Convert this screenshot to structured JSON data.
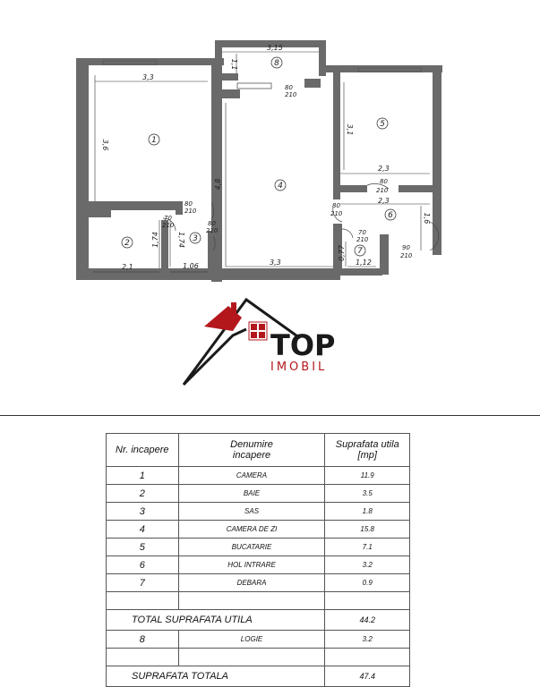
{
  "floor_plan": {
    "rooms": [
      {
        "num": "1"
      },
      {
        "num": "2"
      },
      {
        "num": "3"
      },
      {
        "num": "4"
      },
      {
        "num": "5"
      },
      {
        "num": "6"
      },
      {
        "num": "7"
      },
      {
        "num": "8"
      }
    ],
    "dimensions": {
      "r1_width": "3,3",
      "r1_height": "3,6",
      "r8_width": "3,15",
      "r8_height": "1,1",
      "r4_height": "4,8",
      "r4_width": "3,3",
      "r5_height": "3,1",
      "r5_width": "2,3",
      "r6_width": "2,3",
      "r6_height": "1,6",
      "r2_width": "2,1",
      "r2_height": "1,74",
      "r3_width": "1,06",
      "r3_height": "1,74",
      "r7_width": "1,12",
      "r7_height": "0,77"
    },
    "doors": {
      "d_loggia": [
        "80",
        "210"
      ],
      "d_room1": [
        "80",
        "210"
      ],
      "d_bath": [
        "70",
        "210"
      ],
      "d_living": [
        "80",
        "210"
      ],
      "d_kitchen": [
        "80",
        "210"
      ],
      "d_hall": [
        "80",
        "210"
      ],
      "d_debara": [
        "70",
        "210"
      ],
      "d_entrance": [
        "90",
        "210"
      ]
    }
  },
  "logo": {
    "top": "TOP",
    "bottom": "IMOBIL"
  },
  "table": {
    "headers": [
      "Nr. incapere",
      "Denumire incapere",
      "Suprafata utila [mp]"
    ],
    "header_lines": {
      "col2": [
        "Denumire",
        "incapere"
      ],
      "col3": [
        "Suprafata utila",
        "[mp]"
      ]
    },
    "rows": [
      {
        "nr": "1",
        "name": "CAMERA",
        "area": "11.9"
      },
      {
        "nr": "2",
        "name": "BAIE",
        "area": "3.5"
      },
      {
        "nr": "3",
        "name": "SAS",
        "area": "1.8"
      },
      {
        "nr": "4",
        "name": "CAMERA DE ZI",
        "area": "15.8"
      },
      {
        "nr": "5",
        "name": "BUCATARIE",
        "area": "7.1"
      },
      {
        "nr": "6",
        "name": "HOL INTRARE",
        "area": "3.2"
      },
      {
        "nr": "7",
        "name": "DEBARA",
        "area": "0.9"
      }
    ],
    "total_utila": {
      "label": "TOTAL SUPRAFATA UTILA",
      "area": "44.2"
    },
    "logia": {
      "nr": "8",
      "name": "LOGIE",
      "area": "3.2"
    },
    "total": {
      "label": "SUPRAFATA TOTALA",
      "area": "47.4"
    }
  },
  "colors": {
    "logo_red": "#b3171c",
    "wall": "#666666",
    "line": "#222222"
  }
}
